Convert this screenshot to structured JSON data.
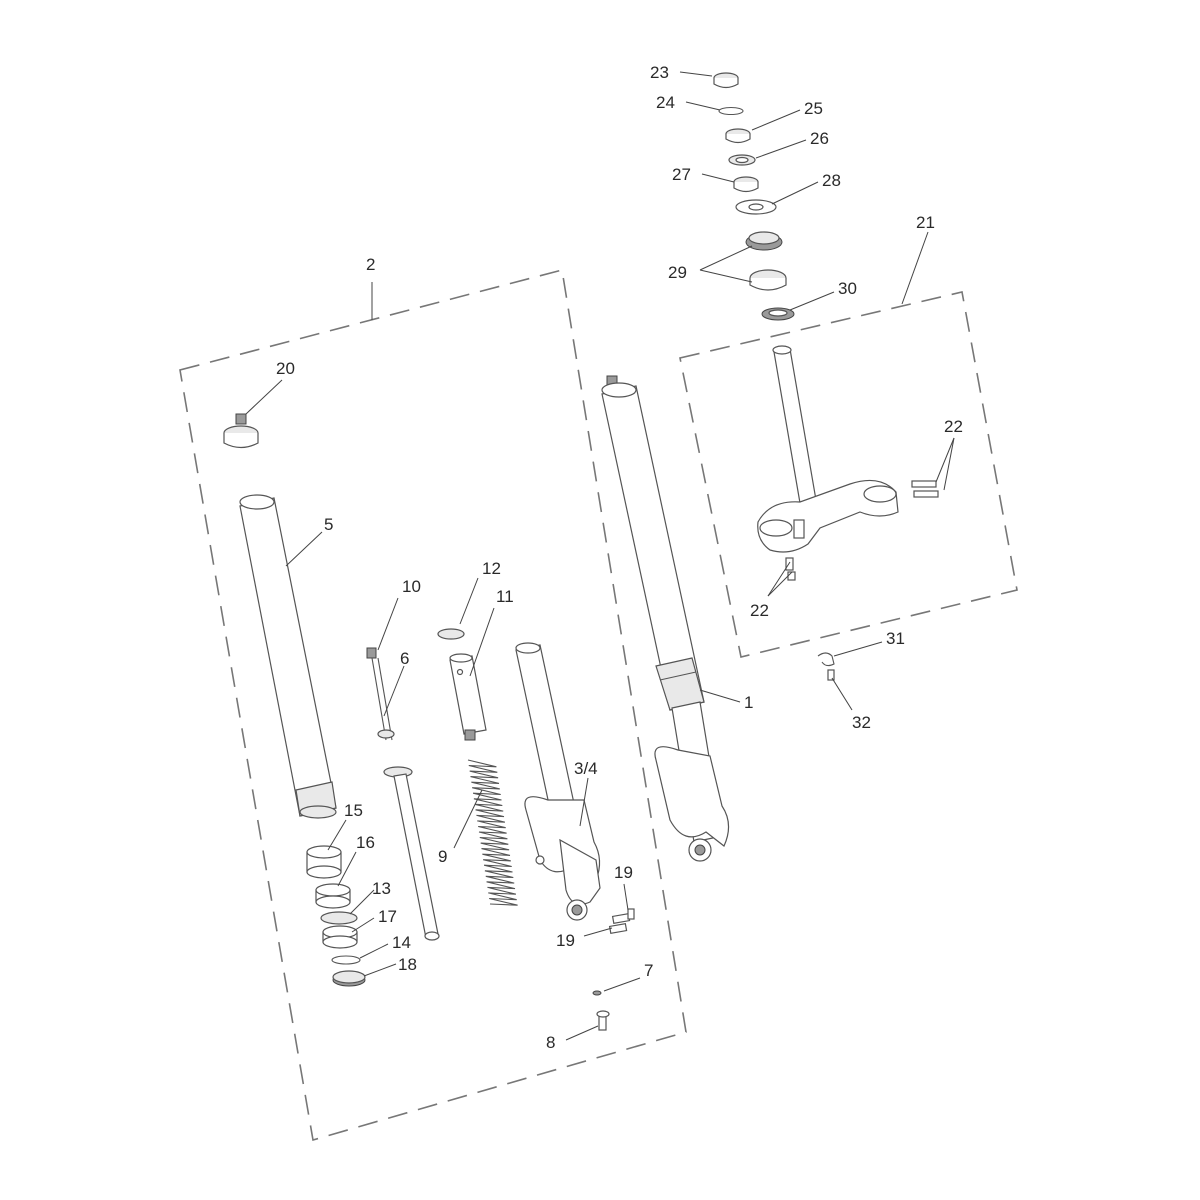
{
  "labels": {
    "l1": "1",
    "l2": "2",
    "l3_4": "3/4",
    "l5": "5",
    "l6": "6",
    "l7": "7",
    "l8": "8",
    "l9": "9",
    "l10": "10",
    "l11": "11",
    "l12": "12",
    "l13": "13",
    "l14": "14",
    "l15": "15",
    "l16": "16",
    "l17": "17",
    "l18": "18",
    "l19a": "19",
    "l19b": "19",
    "l20": "20",
    "l21": "21",
    "l22a": "22",
    "l22b": "22",
    "l23": "23",
    "l24": "24",
    "l25": "25",
    "l26": "26",
    "l27": "27",
    "l28": "28",
    "l29": "29",
    "l30": "30",
    "l31": "31",
    "l32": "32"
  }
}
